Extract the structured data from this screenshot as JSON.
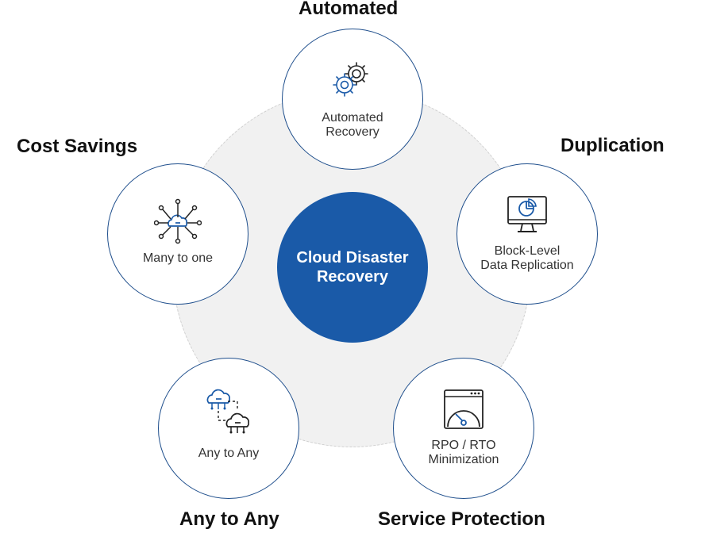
{
  "center": {
    "line1": "Cloud Disaster",
    "line2": "Recovery"
  },
  "nodes": {
    "automated": {
      "heading": "Automated",
      "line1": "Automated",
      "line2": "Recovery",
      "icon": "gears-icon"
    },
    "duplication": {
      "heading": "Duplication",
      "line1": "Block-Level",
      "line2": "Data Replication",
      "icon": "monitor-pie-chart-icon"
    },
    "service_protection": {
      "heading": "Service Protection",
      "line1": "RPO / RTO",
      "line2": "Minimization",
      "icon": "speed-gauge-window-icon"
    },
    "any_to_any": {
      "heading": "Any to Any",
      "line1": "Any to Any",
      "icon": "cloud-to-cloud-icon"
    },
    "cost_savings": {
      "heading": "Cost Savings",
      "line1": "Many to one",
      "icon": "cloud-network-hub-icon"
    }
  },
  "colors": {
    "accent": "#1a5aa8",
    "node_border": "#1e4e8c",
    "icon_dark": "#222222",
    "icon_blue": "#1a5aa8",
    "ring": "#f1f1f1"
  }
}
